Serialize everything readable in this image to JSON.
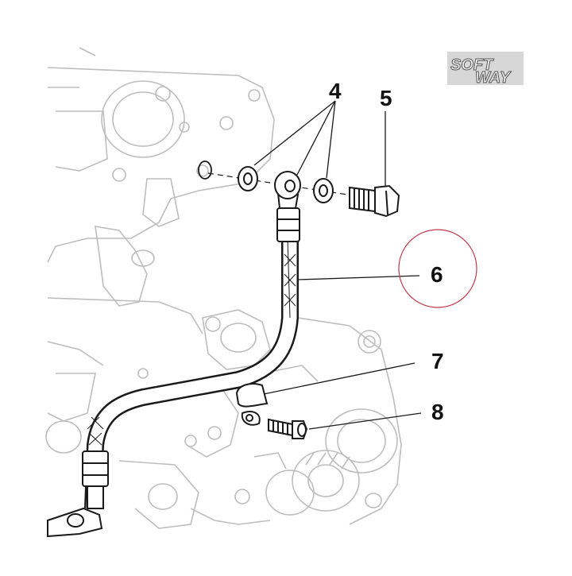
{
  "diagram": {
    "callouts": [
      {
        "id": "4",
        "label": "4"
      },
      {
        "id": "5",
        "label": "5"
      },
      {
        "id": "6",
        "label": "6"
      },
      {
        "id": "7",
        "label": "7"
      },
      {
        "id": "8",
        "label": "8"
      }
    ],
    "logo": {
      "line1": "SOFT",
      "line2": "WAY"
    },
    "colors": {
      "ink": "#1a1a1a",
      "background_ink": "#bdbdbd",
      "highlight_circle": "#c0394b",
      "logo_bg": "#d7d7d7"
    }
  }
}
